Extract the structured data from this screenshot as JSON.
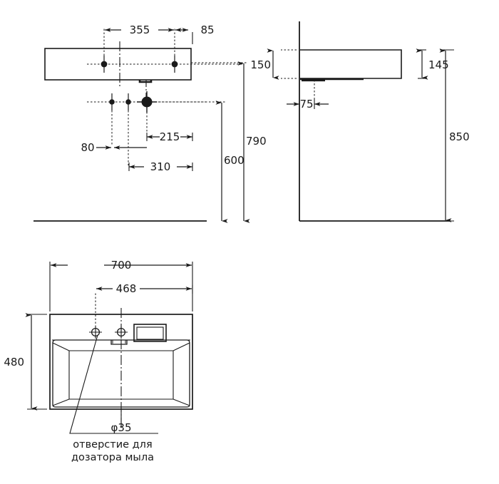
{
  "drawing": {
    "title": "Washbasin installation drawing",
    "units": "mm",
    "line_color": "#1a1a1a",
    "background": "#ffffff"
  },
  "views": {
    "front": {
      "name": "front-elevation",
      "dimensions": {
        "d355": "355",
        "d85": "85",
        "d215": "215",
        "d80": "80",
        "d310": "310",
        "d790": "790",
        "d600": "600"
      }
    },
    "side": {
      "name": "side-elevation",
      "dimensions": {
        "d150": "150",
        "d145": "145",
        "d75": "75",
        "d850": "850"
      }
    },
    "plan": {
      "name": "plan-view",
      "dimensions": {
        "d700": "700",
        "d468": "468",
        "d480": "480",
        "d35": "φ35"
      },
      "notes": {
        "line1": "отверстие для",
        "line2": "дозатора мыла"
      }
    }
  },
  "chart_data": {
    "type": "table",
    "title": "Washbasin technical drawing dimensions (mm)",
    "categories": [
      "355",
      "85",
      "215",
      "80",
      "310",
      "790",
      "600",
      "150",
      "145",
      "75",
      "850",
      "700",
      "468",
      "480",
      "φ35"
    ],
    "values": [
      355,
      85,
      215,
      80,
      310,
      790,
      600,
      150,
      145,
      75,
      850,
      700,
      468,
      480,
      35
    ]
  }
}
